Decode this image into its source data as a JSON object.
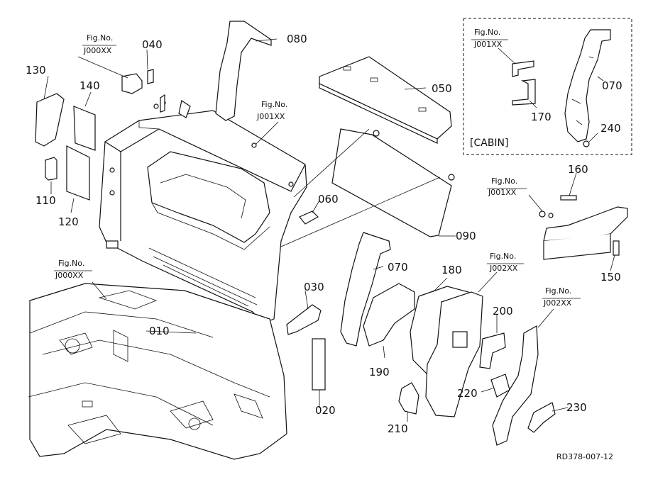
{
  "parts": {
    "p010": "010",
    "p020": "020",
    "p030": "030",
    "p040": "040",
    "p050": "050",
    "p060": "060",
    "p070a": "070",
    "p070b": "070",
    "p080": "080",
    "p090": "090",
    "p110": "110",
    "p120": "120",
    "p130": "130",
    "p140": "140",
    "p150": "150",
    "p160": "160",
    "p170": "170",
    "p180": "180",
    "p190": "190",
    "p200": "200",
    "p210": "210",
    "p220": "220",
    "p230": "230",
    "p240": "240"
  },
  "refs": {
    "r1_label": "Fig.No.",
    "r1_code": "J000XX",
    "r2_label": "Fig.No.",
    "r2_code": "J001XX",
    "r3_label": "Fig.No.",
    "r3_code": "J001XX",
    "r4_label": "Fig.No.",
    "r4_code": "J001XX",
    "r5_label": "Fig.No.",
    "r5_code": "J000XX",
    "r6_label": "Fig.No.",
    "r6_code": "J002XX",
    "r7_label": "Fig.No.",
    "r7_code": "J002XX"
  },
  "cabin_label": "[CABIN]",
  "drawing_id": "RD378-007-12"
}
